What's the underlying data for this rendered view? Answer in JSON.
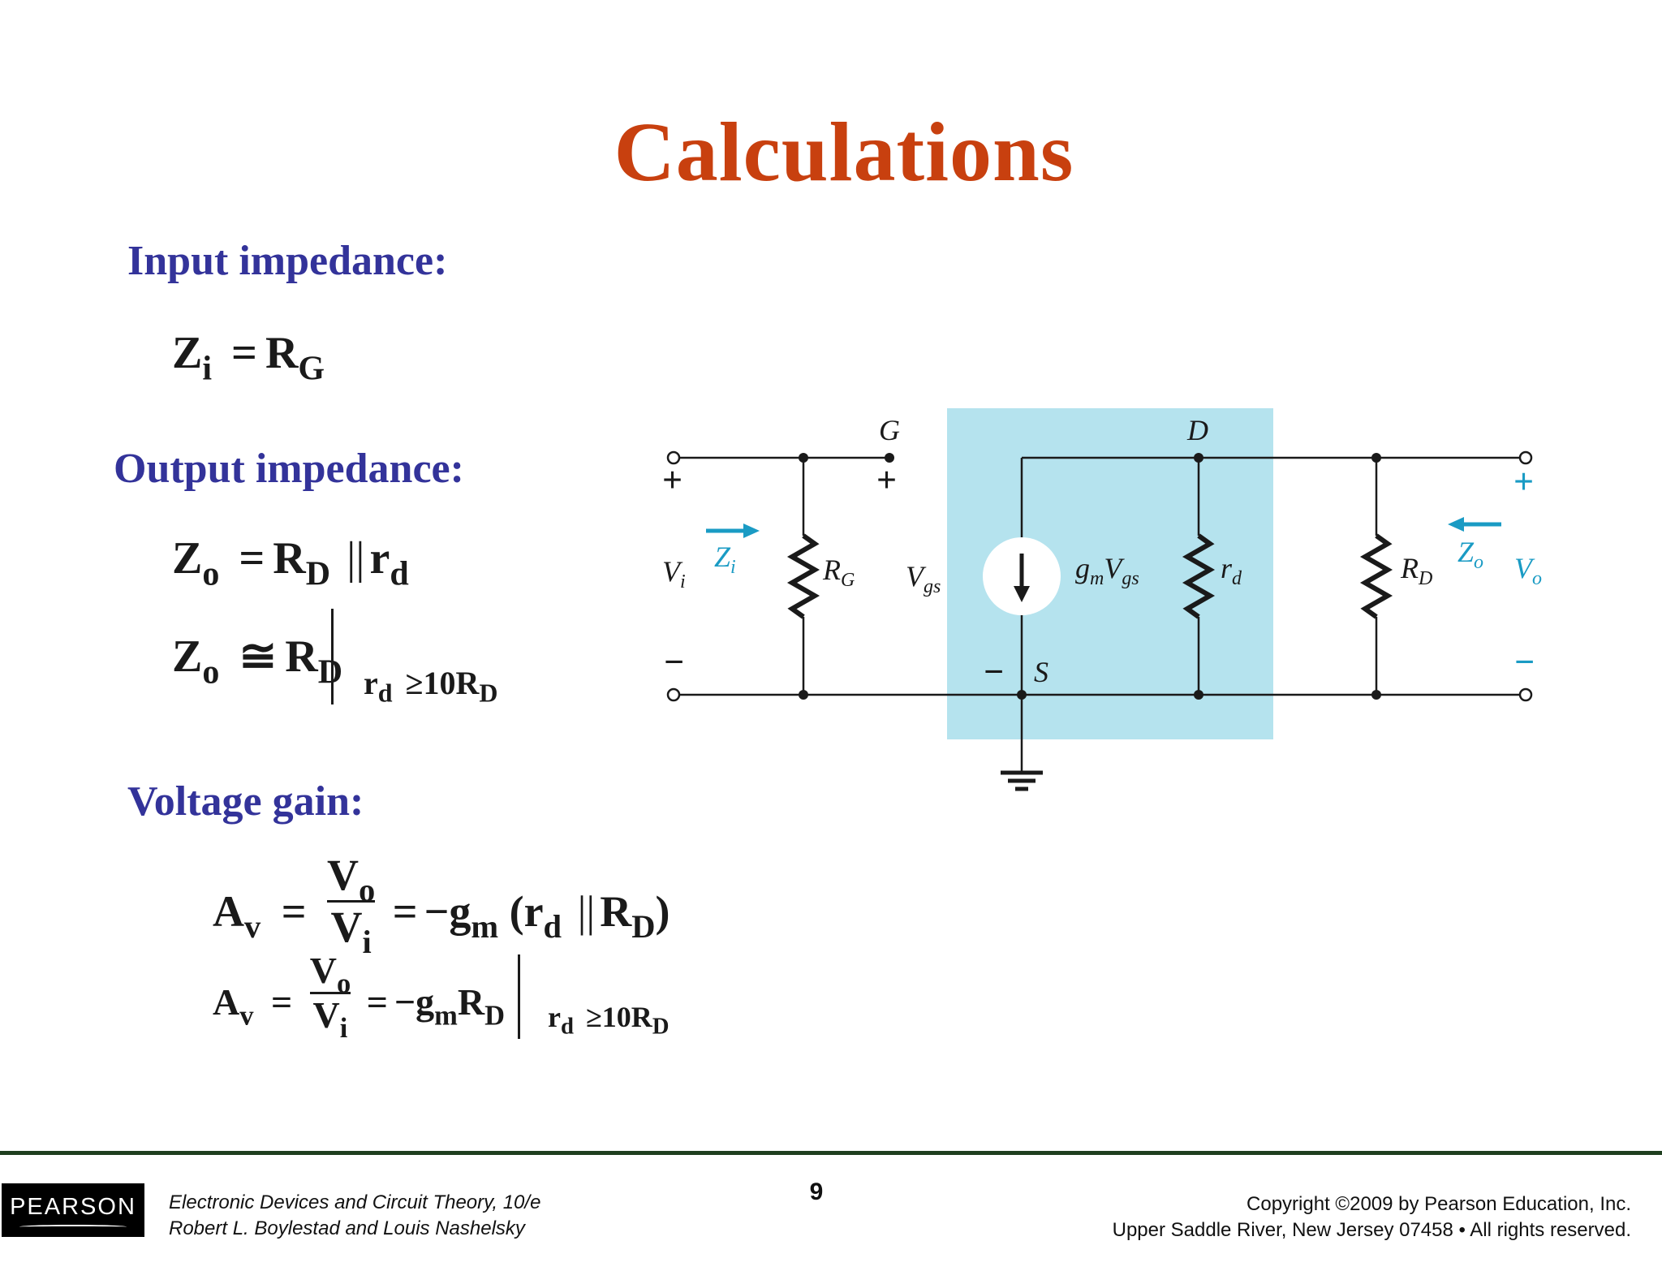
{
  "title": "Calculations",
  "sections": {
    "input_heading": "Input impedance:",
    "output_heading": "Output impedance:",
    "gain_heading": "Voltage gain:"
  },
  "equations": {
    "zi": {
      "lhs": "Z",
      "lhs_sub": "i",
      "op": "=",
      "rhs": "R",
      "rhs_sub": "G"
    },
    "zo1": {
      "lhs": "Z",
      "lhs_sub": "o",
      "op": "=",
      "r1": "R",
      "r1_sub": "D",
      "par": "||",
      "r2": "r",
      "r2_sub": "d"
    },
    "zo2": {
      "lhs": "Z",
      "lhs_sub": "o",
      "op": "≅",
      "rhs": "R",
      "rhs_sub": "D",
      "cond_r": "r",
      "cond_r_sub": "d",
      "cond_op": "≥10R",
      "cond_sub": "D"
    },
    "av1": {
      "lhs": "A",
      "lhs_sub": "v",
      "op": "=",
      "num": "V",
      "num_sub": "o",
      "den": "V",
      "den_sub": "i",
      "op2": "=",
      "neg": "−g",
      "neg_sub": "m",
      "paren_open": "(r",
      "paren_sub": "d",
      "par": "||",
      "r": "R",
      "r_sub": "D",
      "paren_close": ")"
    },
    "av2": {
      "lhs": "A",
      "lhs_sub": "v",
      "op": "=",
      "num": "V",
      "num_sub": "o",
      "den": "V",
      "den_sub": "i",
      "op2": "=",
      "neg": "−g",
      "neg_sub": "m",
      "r": "R",
      "r_sub": "D",
      "cond_r": "r",
      "cond_r_sub": "d",
      "cond_op": "≥10R",
      "cond_sub": "D"
    }
  },
  "circuit": {
    "node_g": "G",
    "node_d": "D",
    "node_s": "S",
    "plus": "+",
    "minus": "−",
    "vi": "V",
    "vi_sub": "i",
    "zi": "Z",
    "zi_sub": "i",
    "rg": "R",
    "rg_sub": "G",
    "vgs": "V",
    "vgs_sub": "gs",
    "gm": "g",
    "gm_sub": "m",
    "gm_v": "V",
    "gm_v_sub": "gs",
    "rd": "r",
    "rd_sub": "d",
    "rd_big": "R",
    "rd_big_sub": "D",
    "zo": "Z",
    "zo_sub": "o",
    "vo": "V",
    "vo_sub": "o",
    "colors": {
      "shade": "#b5e3ee",
      "accent": "#1a9bc4",
      "wire": "#1a1a1a"
    }
  },
  "footer": {
    "page_number": "9",
    "logo": "PEARSON",
    "book_line1": "Electronic Devices and Circuit Theory, 10/e",
    "book_line2": "Robert L. Boylestad and Louis Nashelsky",
    "copyright_line1": "Copyright ©2009 by Pearson Education, Inc.",
    "copyright_line2": "Upper Saddle River, New Jersey 07458 • All rights reserved."
  }
}
